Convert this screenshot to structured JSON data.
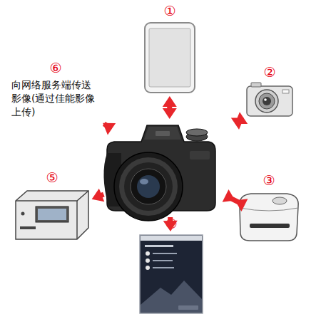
{
  "diagram": {
    "nodes": [
      {
        "text": [
          "①"
        ]
      },
      {
        "text": [
          "⑥",
          "向网络服务端传送影像(通过佳能影像上传)"
        ]
      },
      {
        "text": [
          "②"
        ]
      },
      {
        "text": []
      },
      {
        "text": [
          "⑤"
        ]
      },
      {
        "text": [
          "③"
        ]
      },
      {
        "text": [
          "④"
        ]
      }
    ],
    "edges": [
      {
        "from": 3,
        "to": 0,
        "arrow": "both"
      },
      {
        "from": 3,
        "to": 1,
        "arrow": "to"
      },
      {
        "from": 3,
        "to": 2,
        "arrow": "both"
      },
      {
        "from": 3,
        "to": 4,
        "arrow": "to"
      },
      {
        "from": 3,
        "to": 5,
        "arrow": "both"
      },
      {
        "from": 3,
        "to": 6,
        "arrow": "to"
      }
    ]
  }
}
